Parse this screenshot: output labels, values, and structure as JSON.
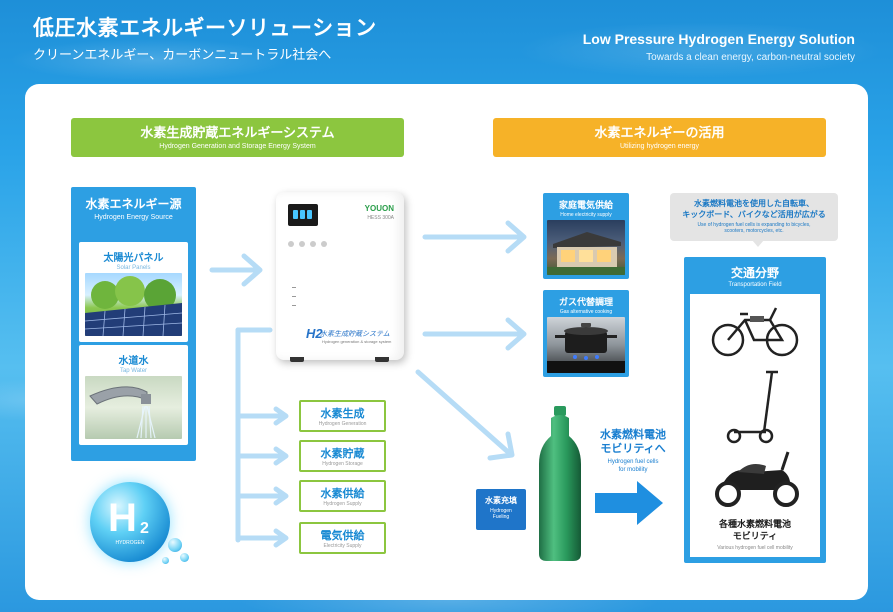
{
  "header": {
    "title_jp": "低圧水素エネルギーソリューション",
    "subtitle_jp": "クリーンエネルギー、カーボンニュートラル社会へ",
    "title_en": "Low Pressure Hydrogen Energy Solution",
    "subtitle_en": "Towards a clean energy, carbon-neutral society"
  },
  "left_section": {
    "jp": "水素生成貯蔵エネルギーシステム",
    "en": "Hydrogen Generation and Storage Energy System"
  },
  "right_section": {
    "jp": "水素エネルギーの活用",
    "en": "Utilizing hydrogen energy"
  },
  "source": {
    "jp": "水素エネルギー源",
    "en": "Hydrogen Energy Source",
    "items": [
      {
        "jp": "太陽光パネル",
        "en": "Solar Panels"
      },
      {
        "jp": "水道水",
        "en": "Tap Water"
      }
    ]
  },
  "device": {
    "brand": "YOUON",
    "model": "HESS 300A",
    "label_jp": "水素生成貯蔵システム",
    "label_en": "Hydrogen generation & storage system",
    "h2": "H2"
  },
  "functions": [
    {
      "jp": "水素生成",
      "en": "Hydrogen Generation"
    },
    {
      "jp": "水素貯蔵",
      "en": "Hydrogen Storage"
    },
    {
      "jp": "水素供給",
      "en": "Hydrogen Supply"
    },
    {
      "jp": "電気供給",
      "en": "Electricity Supply"
    }
  ],
  "h2_sphere": {
    "symbol": "H",
    "subscript": "2",
    "label": "HYDROGEN"
  },
  "applications": [
    {
      "jp": "家庭電気供給",
      "en": "Home electricity supply"
    },
    {
      "jp": "ガス代替調理",
      "en": "Gas alternative cooking"
    }
  ],
  "callout": {
    "jp_line1": "水素燃料電池を使用した自転車、",
    "jp_line2": "キックボード、バイクなど活用が広がる",
    "en_line1": "Use of hydrogen fuel cells is expanding to bicycles,",
    "en_line2": "scooters, motorcycles, etc."
  },
  "transport": {
    "jp": "交通分野",
    "en": "Transportation Field",
    "caption_jp_line1": "各種水素燃料電池",
    "caption_jp_line2": "モビリティ",
    "caption_en": "Various hydrogen fuel cell mobility"
  },
  "mobility": {
    "jp_line1": "水素燃料電池",
    "jp_line2": "モビリティへ",
    "en_line1": "Hydrogen fuel cells",
    "en_line2": "for mobility"
  },
  "fueling": {
    "jp": "水素充填",
    "en_line1": "Hydrogen",
    "en_line2": "Fueling"
  },
  "colors": {
    "green": "#8cc63f",
    "orange": "#f6b228",
    "blue": "#2d9fe3",
    "arrow": "#b6dcf6"
  }
}
